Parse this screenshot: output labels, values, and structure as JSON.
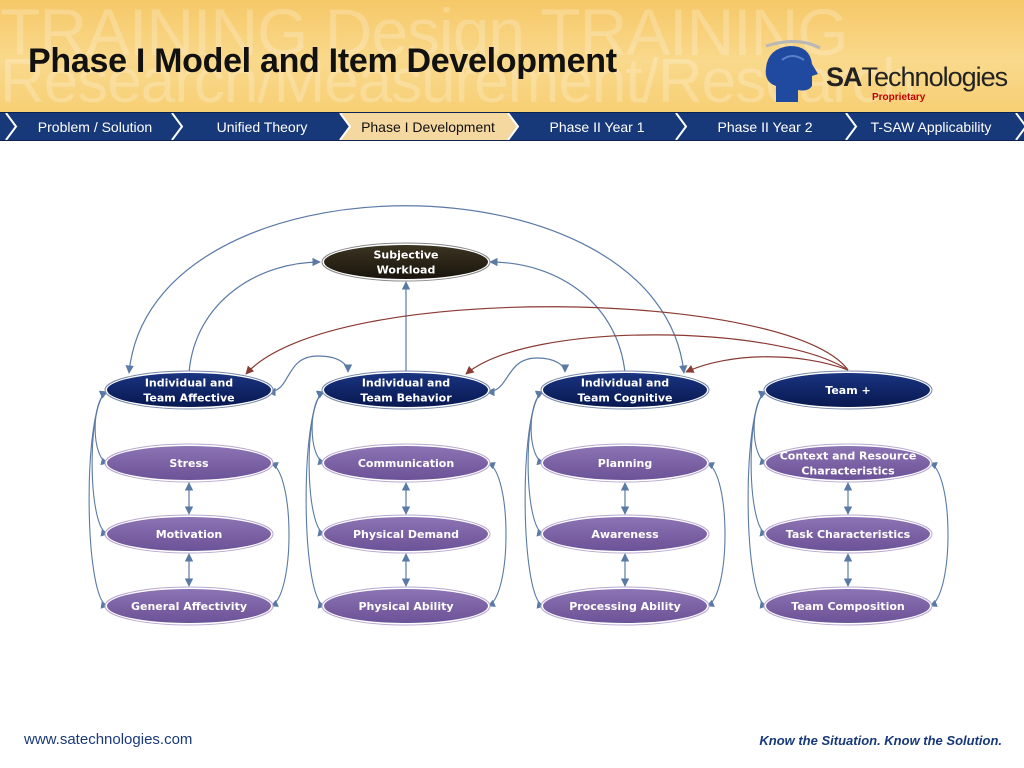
{
  "header": {
    "title": "Phase I Model and Item Development",
    "watermark_line1": "TRAINING Design TRAINING",
    "watermark_line2": "Research/Measurement/Research"
  },
  "logo": {
    "brand_bold": "SA",
    "brand_rest": "Technologies",
    "tag": "Proprietary"
  },
  "nav": {
    "tabs": [
      {
        "label": "Problem / Solution"
      },
      {
        "label": "Unified Theory"
      },
      {
        "label": "Phase I Development"
      },
      {
        "label": "Phase II Year 1"
      },
      {
        "label": "Phase II Year 2"
      },
      {
        "label": "T-SAW Applicability"
      }
    ],
    "active_index": 2
  },
  "diagram": {
    "top_node": [
      "Subjective",
      "Workload"
    ],
    "groups": [
      {
        "head": [
          "Individual  and",
          "Team Affective"
        ],
        "items": [
          "Stress",
          "Motivation",
          "General Affectivity"
        ]
      },
      {
        "head": [
          "Individual and",
          "Team Behavior"
        ],
        "items": [
          "Communication",
          "Physical Demand",
          "Physical Ability"
        ]
      },
      {
        "head": [
          "Individual and",
          "Team Cognitive"
        ],
        "items": [
          "Planning",
          "Awareness",
          "Processing Ability"
        ]
      },
      {
        "head": [
          "Team +"
        ],
        "items": [
          [
            "Context and Resource",
            "Characteristics"
          ],
          "Task Characteristics",
          "Team Composition"
        ]
      }
    ]
  },
  "footer": {
    "url": "www.satechnologies.com",
    "tagline": "Know the Situation. Know the Solution."
  },
  "colors": {
    "header_bg": "#f8d27e",
    "nav_bg": "#17397a",
    "nav_active": "#f5d7a0",
    "dark_node": "#0c2060",
    "top_node": "#2a2416",
    "item_node": "#7d62a6",
    "arrow_blue": "#5a7aa6",
    "arrow_red": "#8a3a32"
  }
}
